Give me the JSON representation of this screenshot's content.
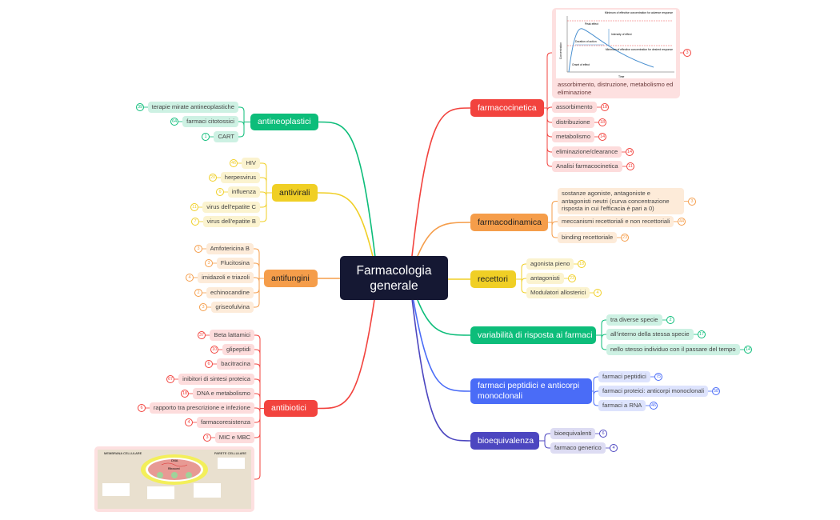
{
  "title": "Farmacologia generale",
  "colors": {
    "red": "#f2433e",
    "orange": "#f59d4a",
    "yellow": "#f0cf25",
    "green": "#0dbd7a",
    "blue": "#4a6cf7",
    "indigo": "#4c46c0",
    "center": "#151833"
  },
  "branches": [
    {
      "id": "farmacocinetica",
      "label": "farmacocinetica",
      "color": "red",
      "side": "right",
      "image": {
        "caption": "assorbimento, distruzione, metabolismo ed eliminazione",
        "count": "3",
        "labels": {
          "adverse": "Minimum of effective concentration for adverse response",
          "adverse_word": "adverse",
          "desired": "Minimum of effective concentration for desired response",
          "peak": "Peak effect",
          "duration": "Duration of action",
          "intensity": "Intensity of effect",
          "onset": "Onset of effect",
          "ylabel": "Concentration",
          "xlabel": "Time"
        }
      },
      "children": [
        {
          "label": "assorbimento",
          "count": "18"
        },
        {
          "label": "distribuzione",
          "count": "18"
        },
        {
          "label": "metabolismo",
          "count": "14"
        },
        {
          "label": "eliminazione/clearance",
          "count": "14"
        },
        {
          "label": "Analisi farmacocinetica",
          "count": "11"
        }
      ]
    },
    {
      "id": "farmacodinamica",
      "label": "farmacodinamica",
      "color": "orange",
      "side": "right",
      "children": [
        {
          "label": "sostanze agoniste, antagoniste e antagonisti neutri (curva concentrazione risposta in cui l'efficacia è pari a 0)",
          "count": "3"
        },
        {
          "label": "meccanismi recettoriali e non recettoriali",
          "count": "44"
        },
        {
          "label": "binding recettoriale",
          "count": "23"
        }
      ]
    },
    {
      "id": "recettori",
      "label": "recettori",
      "color": "yellow",
      "side": "right",
      "children": [
        {
          "label": "agonista pieno",
          "count": "18"
        },
        {
          "label": "antagonisti",
          "count": "23"
        },
        {
          "label": "Modulatori allosterici",
          "count": "4"
        }
      ]
    },
    {
      "id": "variabilita",
      "label": "variabilità di risposta ai farmaci",
      "color": "green",
      "side": "right",
      "children": [
        {
          "label": "tra diverse specie",
          "count": "2"
        },
        {
          "label": "all'interno della stessa specie",
          "count": "17"
        },
        {
          "label": "nello stesso individuo con il passare del tempo",
          "count": "14"
        }
      ]
    },
    {
      "id": "peptidici",
      "label": "farmaci peptidici e anticorpi monoclonali",
      "color": "blue",
      "side": "right",
      "children": [
        {
          "label": "farmaci peptidici",
          "count": "75"
        },
        {
          "label": "farmaci proteici: anticorpi monoclonali",
          "count": "58"
        },
        {
          "label": "farmaci a RNA",
          "count": "46"
        }
      ]
    },
    {
      "id": "bioequivalenza",
      "label": "bioequivalenza",
      "color": "indigo",
      "side": "right",
      "children": [
        {
          "label": "bioequivalenti",
          "count": "6"
        },
        {
          "label": "farmaco generico",
          "count": "4"
        }
      ]
    },
    {
      "id": "antineoplastici",
      "label": "antineoplastici",
      "color": "green",
      "side": "left",
      "children": [
        {
          "label": "terapie mirate antineoplastiche",
          "count": "39"
        },
        {
          "label": "farmaci citotossici",
          "count": "64"
        },
        {
          "label": "CART",
          "count": "1"
        }
      ]
    },
    {
      "id": "antivirali",
      "label": "antivirali",
      "color": "yellow",
      "side": "left",
      "children": [
        {
          "label": "HIV",
          "count": "46"
        },
        {
          "label": "herpesvirus",
          "count": "20"
        },
        {
          "label": "influenza",
          "count": "6"
        },
        {
          "label": "virus dell'epatite C",
          "count": "11"
        },
        {
          "label": "virus dell'epatite B",
          "count": "7"
        }
      ]
    },
    {
      "id": "antifungini",
      "label": "antifungini",
      "color": "orange",
      "side": "left",
      "children": [
        {
          "label": "Amfotericina B",
          "count": "3"
        },
        {
          "label": "Flucitosina",
          "count": "3"
        },
        {
          "label": "imidazoli e triazoli",
          "count": "4"
        },
        {
          "label": "echinocandine",
          "count": "2"
        },
        {
          "label": "griseofulvina",
          "count": "3"
        }
      ]
    },
    {
      "id": "antibiotici",
      "label": "antibiotici",
      "color": "red",
      "side": "left",
      "image": {
        "labels": {
          "membrane": "MEMBRANA CELLULARE",
          "wall": "PARETE CELLULARE",
          "dna": "DNA",
          "ribosomes": "Ribosomi"
        }
      },
      "children": [
        {
          "label": "Beta lattamici",
          "count": "37"
        },
        {
          "label": "glipeptidi",
          "count": "10"
        },
        {
          "label": "bacitracina",
          "count": "6"
        },
        {
          "label": "inibitori di sintesi proteica",
          "count": "67"
        },
        {
          "label": "DNA e metabolismo",
          "count": "18"
        },
        {
          "label": "rapporto tra prescrizione e infezione",
          "count": "6"
        },
        {
          "label": "farmacoresistenza",
          "count": "4"
        },
        {
          "label": "MIC e MBC",
          "count": "3"
        }
      ]
    }
  ]
}
